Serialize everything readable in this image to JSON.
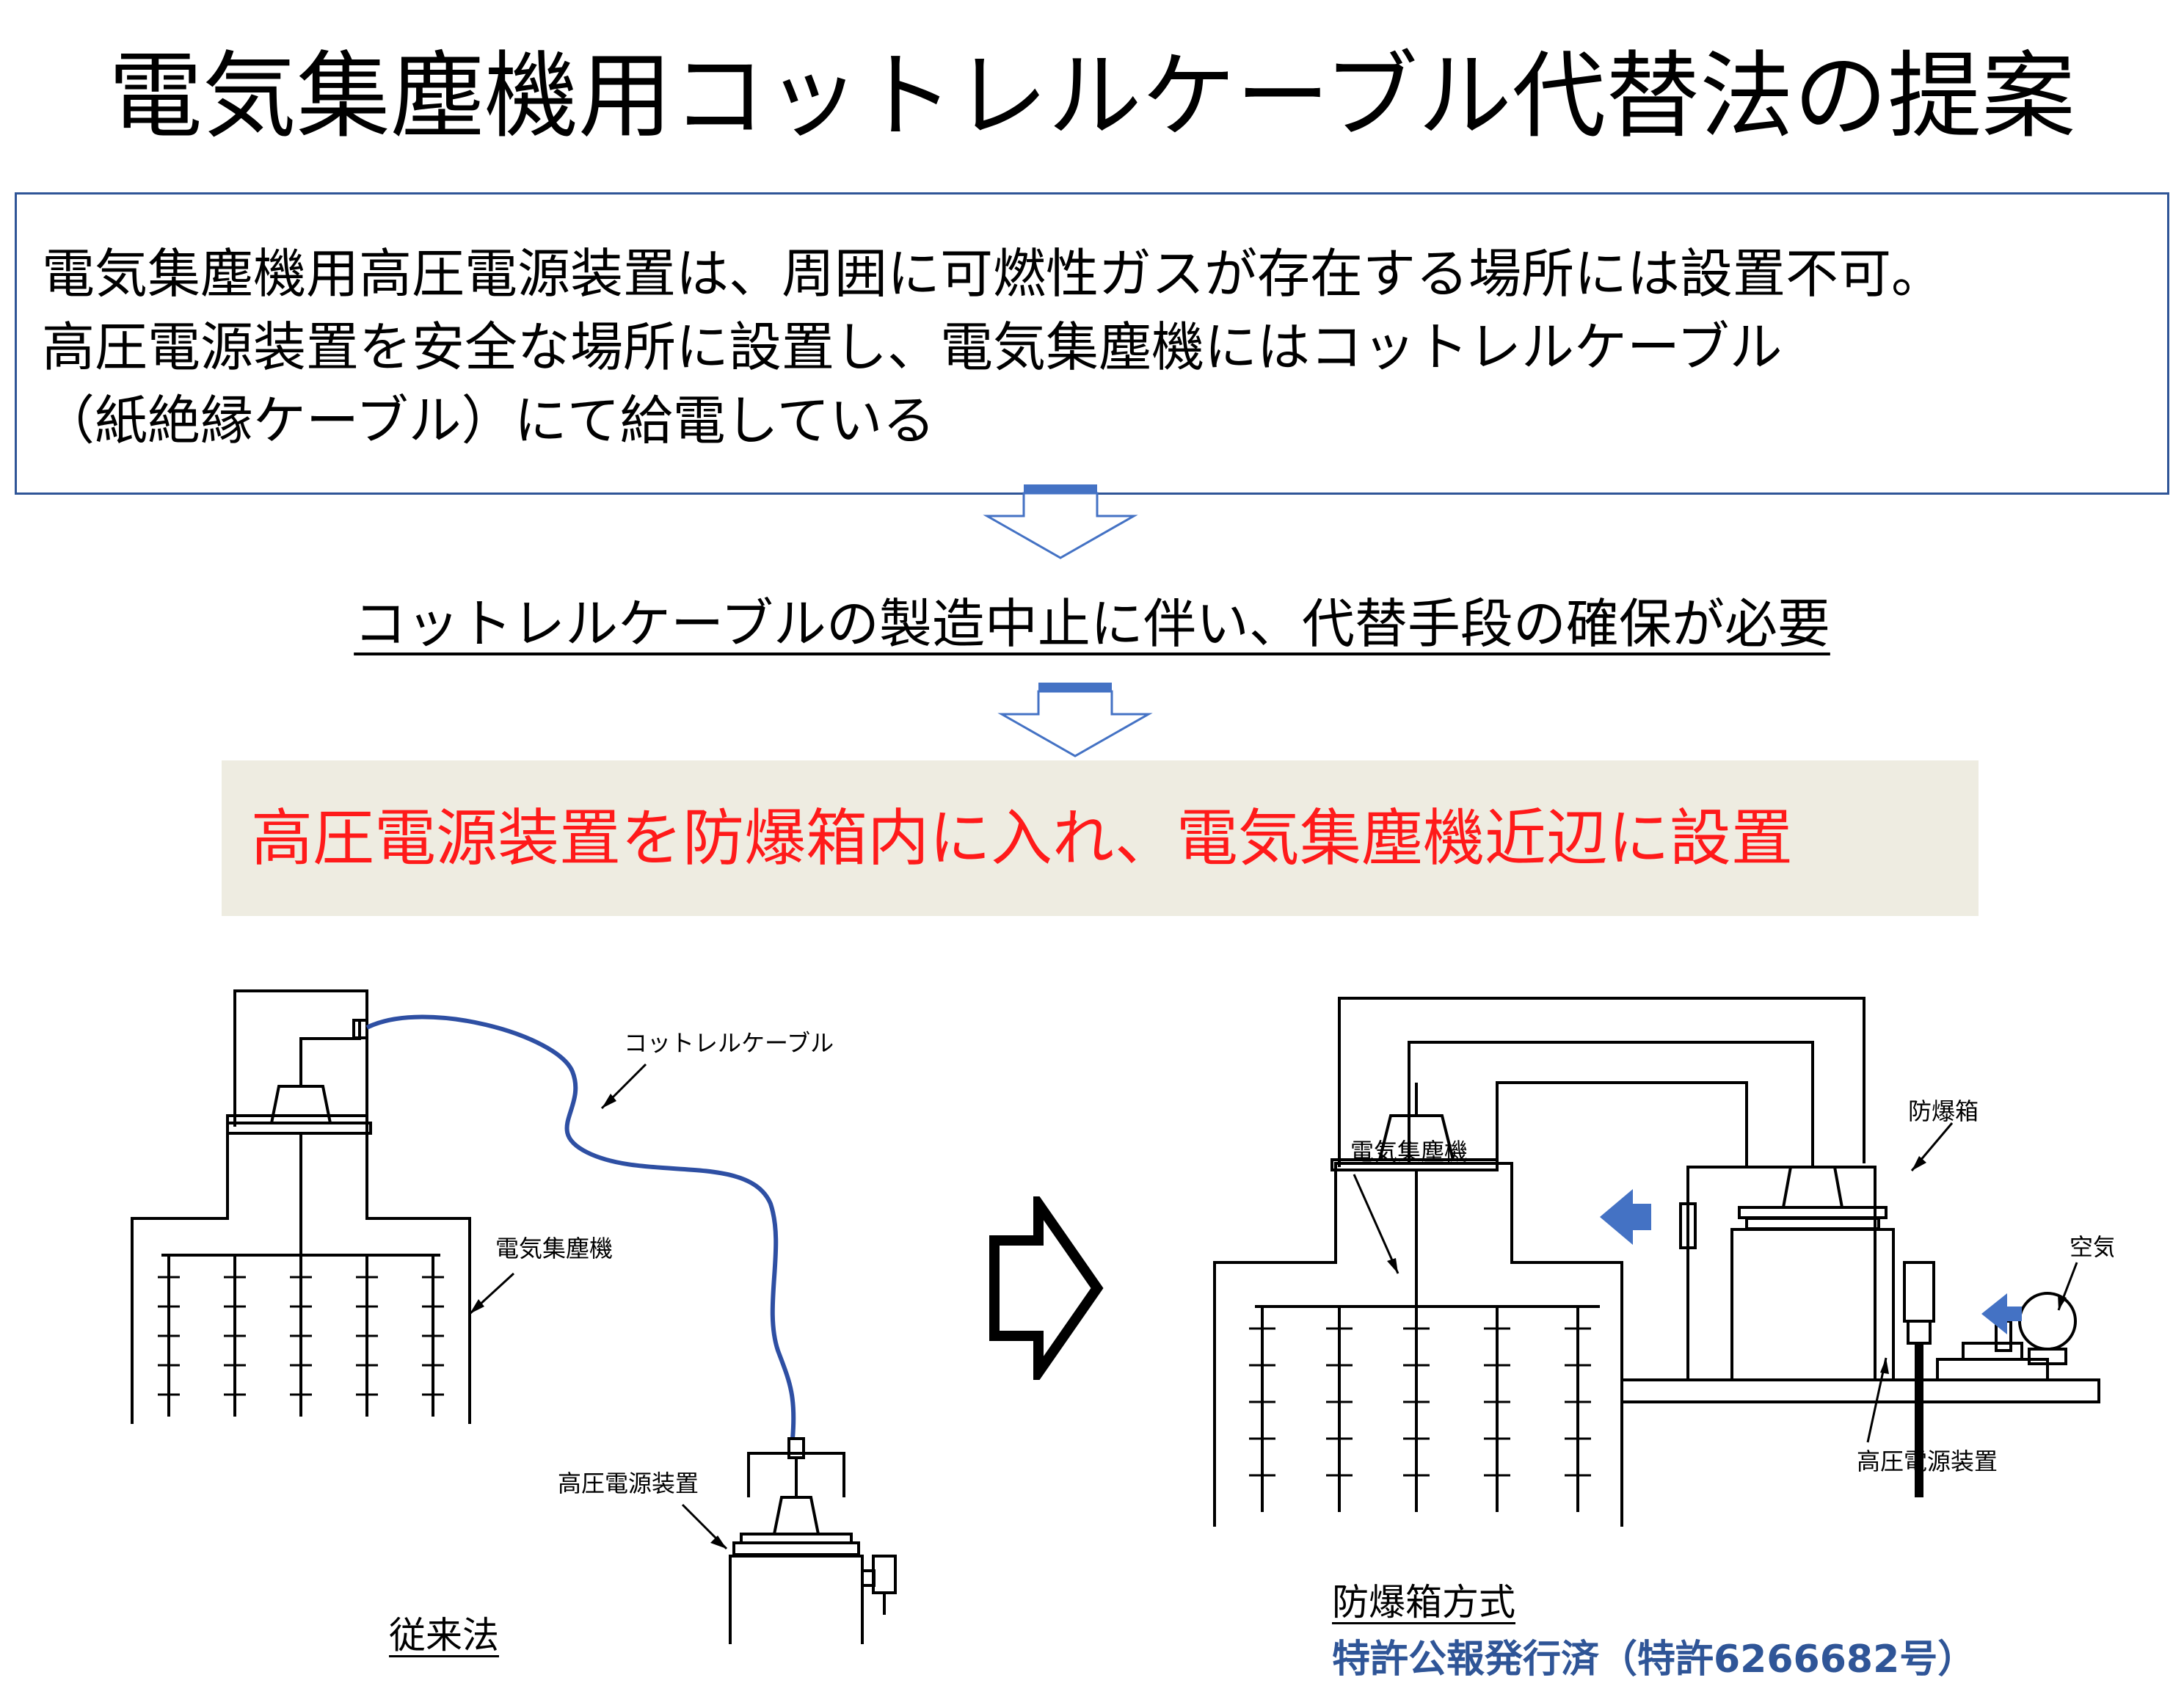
{
  "title": "電気集塵機用コットレルケーブル代替法の提案",
  "intro": {
    "line1": "電気集塵機用高圧電源装置は、周囲に可燃性ガスが存在する場所には設置不可。",
    "line2": "高圧電源装置を安全な場所に設置し、電気集塵機にはコットレルケーブル",
    "line3": "（紙絶縁ケーブル）にて給電している"
  },
  "middle_text": "コットレルケーブルの製造中止に伴い、代替手段の確保が必要",
  "proposal_text": "高圧電源装置を防爆箱内に入れ、電気集塵機近辺に設置",
  "left_diagram": {
    "label_cable": "コットレルケーブル",
    "label_precipitator": "電気集塵機",
    "label_power": "高圧電源装置",
    "caption": "従来法"
  },
  "right_diagram": {
    "label_precipitator": "電気集塵機",
    "label_box": "防爆箱",
    "label_air": "空気",
    "label_power": "高圧電源装置",
    "caption": "防爆箱方式",
    "patent": "特許公報発行済（特許6266682号）"
  },
  "colors": {
    "frame": "#2f5597",
    "accent_red": "#ff1a1a",
    "proposal_bg": "#eeece1",
    "cable": "#2e4fa3",
    "air_arrow": "#4472c4"
  }
}
